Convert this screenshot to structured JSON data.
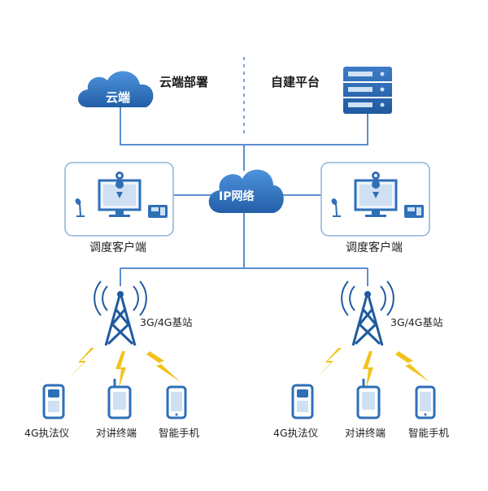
{
  "top": {
    "cloud_label": "云端部署",
    "cloud_icon_text": "云端",
    "server_label": "自建平台"
  },
  "network": {
    "label": "IP网络"
  },
  "clients": [
    {
      "label": "调度客户端"
    },
    {
      "label": "调度客户端"
    }
  ],
  "stations": [
    {
      "label": "3G/4G基站",
      "devices": [
        {
          "label": "4G执法仪",
          "icon": "body-camera-icon"
        },
        {
          "label": "对讲终端",
          "icon": "walkie-talkie-icon"
        },
        {
          "label": "智能手机",
          "icon": "smartphone-icon"
        }
      ]
    },
    {
      "label": "3G/4G基站",
      "devices": [
        {
          "label": "4G执法仪",
          "icon": "body-camera-icon"
        },
        {
          "label": "对讲终端",
          "icon": "walkie-talkie-icon"
        },
        {
          "label": "智能手机",
          "icon": "smartphone-icon"
        }
      ]
    }
  ],
  "colors": {
    "line": "#5b8fd0",
    "primary": "#2e6fb8",
    "lightning": "#f2c21b",
    "panel_border": "#8fb0d8"
  }
}
